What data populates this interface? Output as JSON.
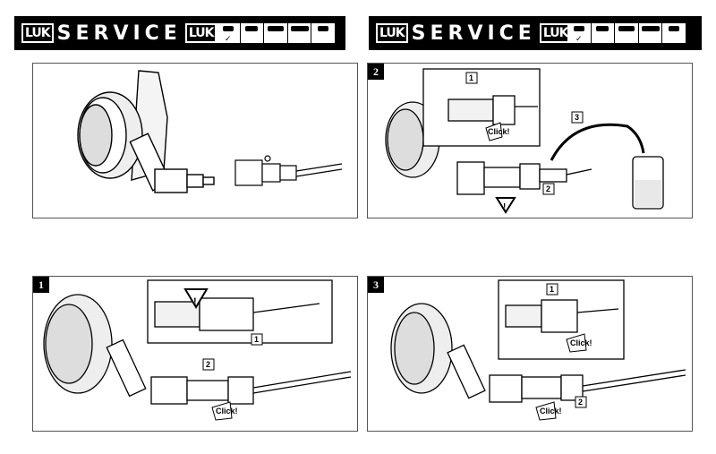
{
  "header": {
    "left": {
      "logo": "LUK",
      "brand": "SERVICE",
      "logo2": "LUK"
    },
    "right": {
      "logo": "LUK",
      "brand": "SERVICE",
      "logo2": "LUK"
    },
    "vehicle_icons": [
      "car-icon",
      "van-icon",
      "truck-icon",
      "bus-icon",
      "tractor-icon"
    ],
    "checkmark": "✓"
  },
  "panels": [
    {
      "id": "overview",
      "number": ""
    },
    {
      "id": "step2",
      "number": "2",
      "callouts": [
        "1",
        "2",
        "3"
      ],
      "click": "Click!"
    },
    {
      "id": "step1",
      "number": "1",
      "callouts": [
        "1",
        "2"
      ],
      "click": "Click!"
    },
    {
      "id": "step3",
      "number": "3",
      "callouts": [
        "1",
        "2"
      ],
      "click": "Click!"
    }
  ]
}
